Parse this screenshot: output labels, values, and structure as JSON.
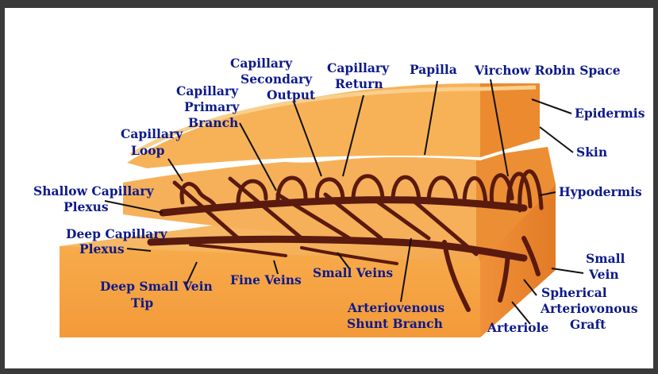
{
  "labels": {
    "capillary_secondary_output": [
      "Capillary",
      "Secondary",
      "Output"
    ],
    "capillary_return": [
      "Capillary",
      "Return"
    ],
    "papilla": [
      "Papilla"
    ],
    "virchow_robin_space": [
      "Virchow Robin Space"
    ],
    "capillary_primary_branch": [
      "Capillary",
      "Primary",
      "Branch"
    ],
    "capillary_loop": [
      "Capillary",
      "Loop"
    ],
    "epidermis": [
      "Epidermis"
    ],
    "skin": [
      "Skin"
    ],
    "shallow_capillary_plexus": [
      "Shallow Capillary",
      "Plexus"
    ],
    "hypodermis": [
      "Hypodermis"
    ],
    "deep_capillary_plexus": [
      "Deep Capillary",
      "Plexus"
    ],
    "small_vein": [
      "Small",
      "Vein"
    ],
    "deep_small_vein_tip": [
      "Deep Small Vein",
      "Tip"
    ],
    "fine_veins": [
      "Fine Veins"
    ],
    "small_veins": [
      "Small Veins"
    ],
    "spherical_arteriovonous_graft": [
      "Spherical",
      "Arteriovonous",
      "Graft"
    ],
    "arteriovenous_shunt_branch": [
      "Arteriovenous",
      "Shunt Branch"
    ],
    "arteriole": [
      "Arteriole"
    ]
  },
  "colors": {
    "label_text": "#0d1a8a",
    "tissue_top": "#f6b45e",
    "tissue_front": "#f39a3a",
    "tissue_side": "#e8812a",
    "vessel": "#5a1a0e"
  }
}
